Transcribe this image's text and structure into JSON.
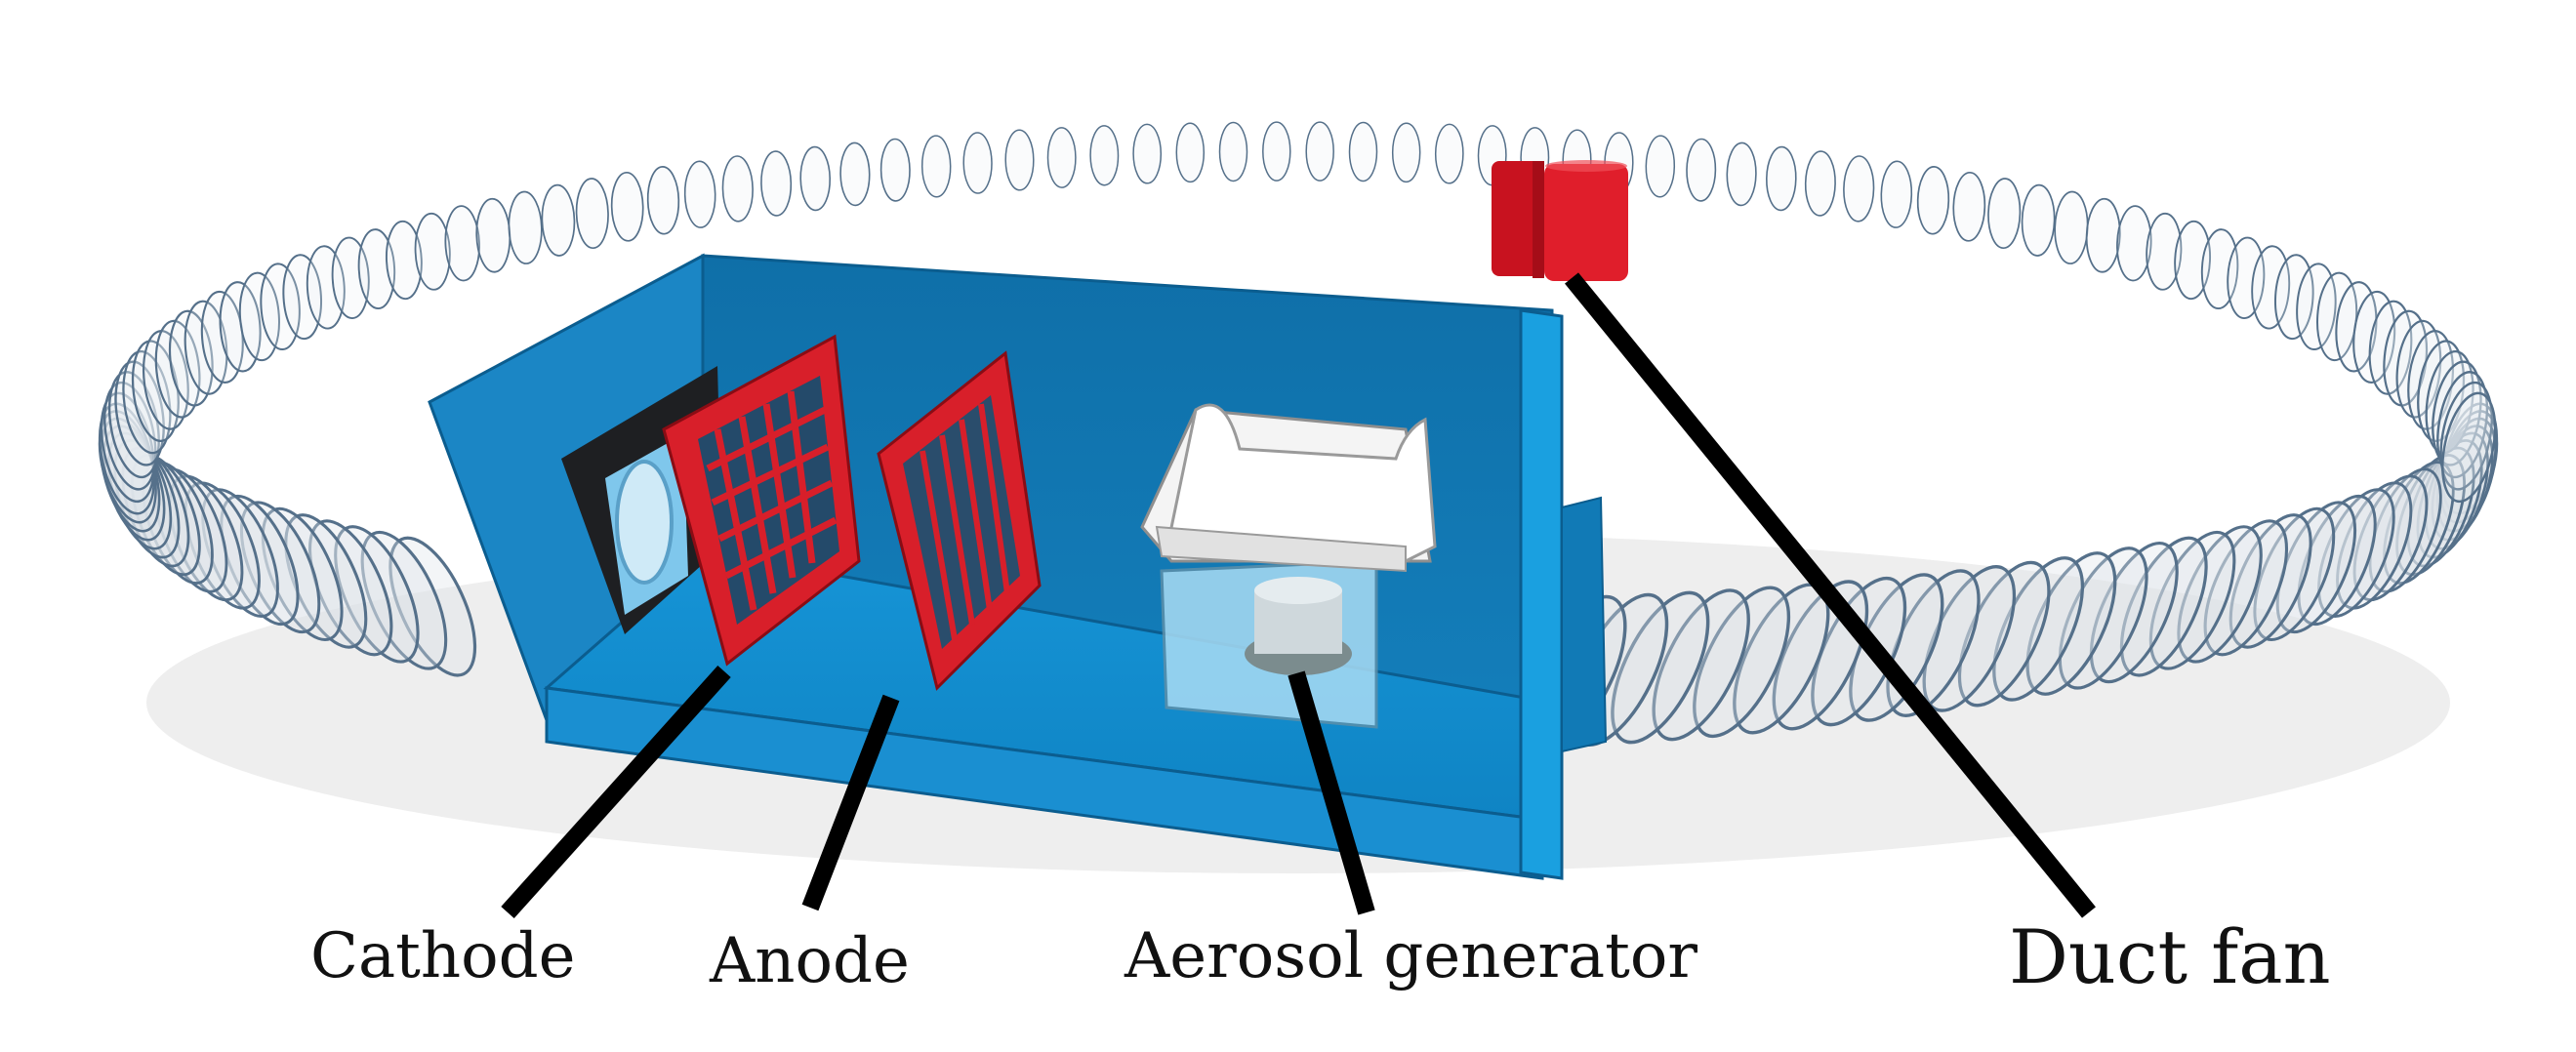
{
  "labels": {
    "cathode": "Cathode",
    "anode": "Anode",
    "aerosol_generator": "Aerosol generator",
    "duct_fan": "Duct fan"
  },
  "colors": {
    "duct_hose": "#55708a",
    "chamber_blue": "#1d8fd0",
    "chamber_dark": "#0f6fa8",
    "electrode_red": "#d81f2a",
    "cathode_back": "#1e1f22",
    "fan_red": "#e01e2b",
    "generator_white": "#f4f4f4",
    "leader_line": "#000000"
  },
  "icons": [
    "duct-hose",
    "test-chamber",
    "cathode-grid",
    "anode-grid",
    "aerosol-generator",
    "duct-fan"
  ]
}
